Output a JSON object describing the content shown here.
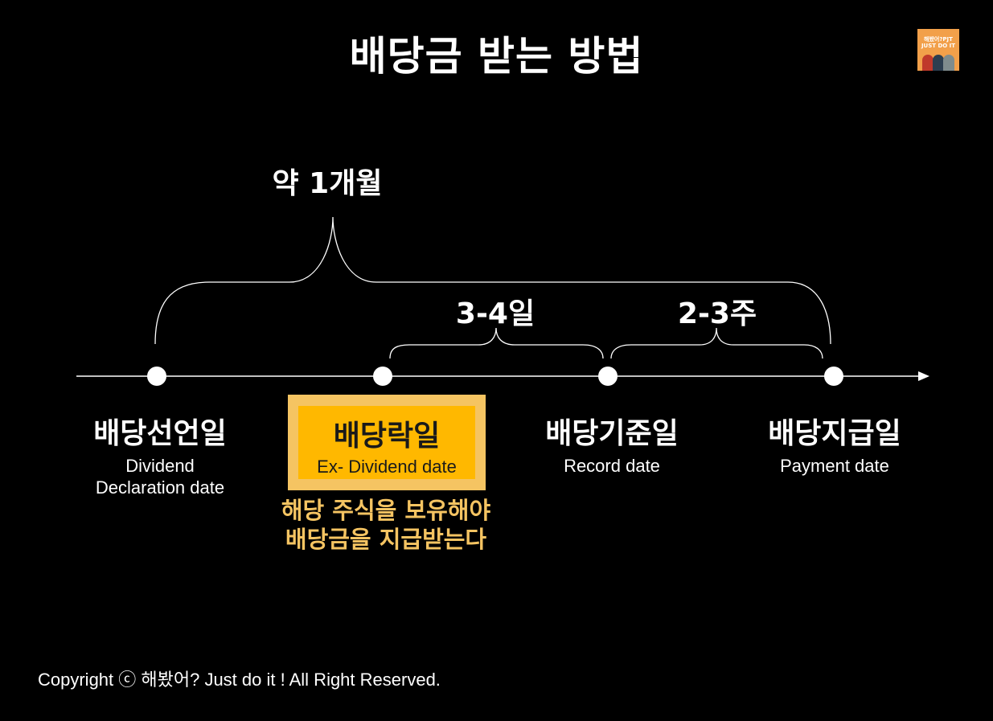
{
  "title": "배당금 받는 방법",
  "logo": {
    "text": "해봤어?PJT JUST DO IT",
    "bg_color": "#f2a04a"
  },
  "spans": {
    "month": "약 1개월",
    "days": "3-4일",
    "weeks": "2-3주"
  },
  "nodes": [
    {
      "title": "배당선언일",
      "subtitle_lines": [
        "Dividend",
        "Declaration date"
      ]
    },
    {
      "title": "배당락일",
      "subtitle_lines": [
        "Ex- Dividend date"
      ],
      "highlighted": true
    },
    {
      "title": "배당기준일",
      "subtitle_lines": [
        "Record date"
      ]
    },
    {
      "title": "배당지급일",
      "subtitle_lines": [
        "Payment date"
      ]
    }
  ],
  "note_lines": [
    "해당 주식을 보유해야",
    "배당금을 지급받는다"
  ],
  "copyright": "Copyright ⓒ 해봤어? Just do it ! All Right Reserved.",
  "colors": {
    "background": "#000000",
    "highlight_outer": "#f5c462",
    "highlight_inner": "#ffb800",
    "note_text": "#f5c462"
  }
}
